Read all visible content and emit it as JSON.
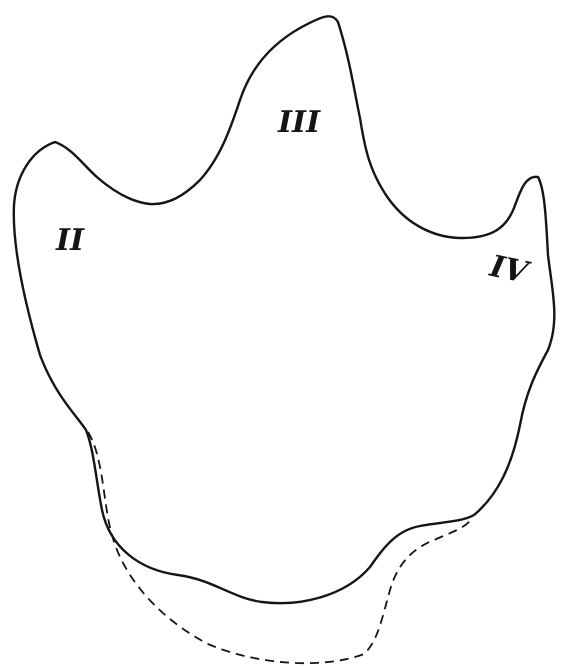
{
  "digit_labels": {
    "digit_ii": "II",
    "digit_iii": "III",
    "digit_iv": "IV"
  },
  "colors": {
    "background": "#ffffff",
    "ink": "#151515"
  }
}
